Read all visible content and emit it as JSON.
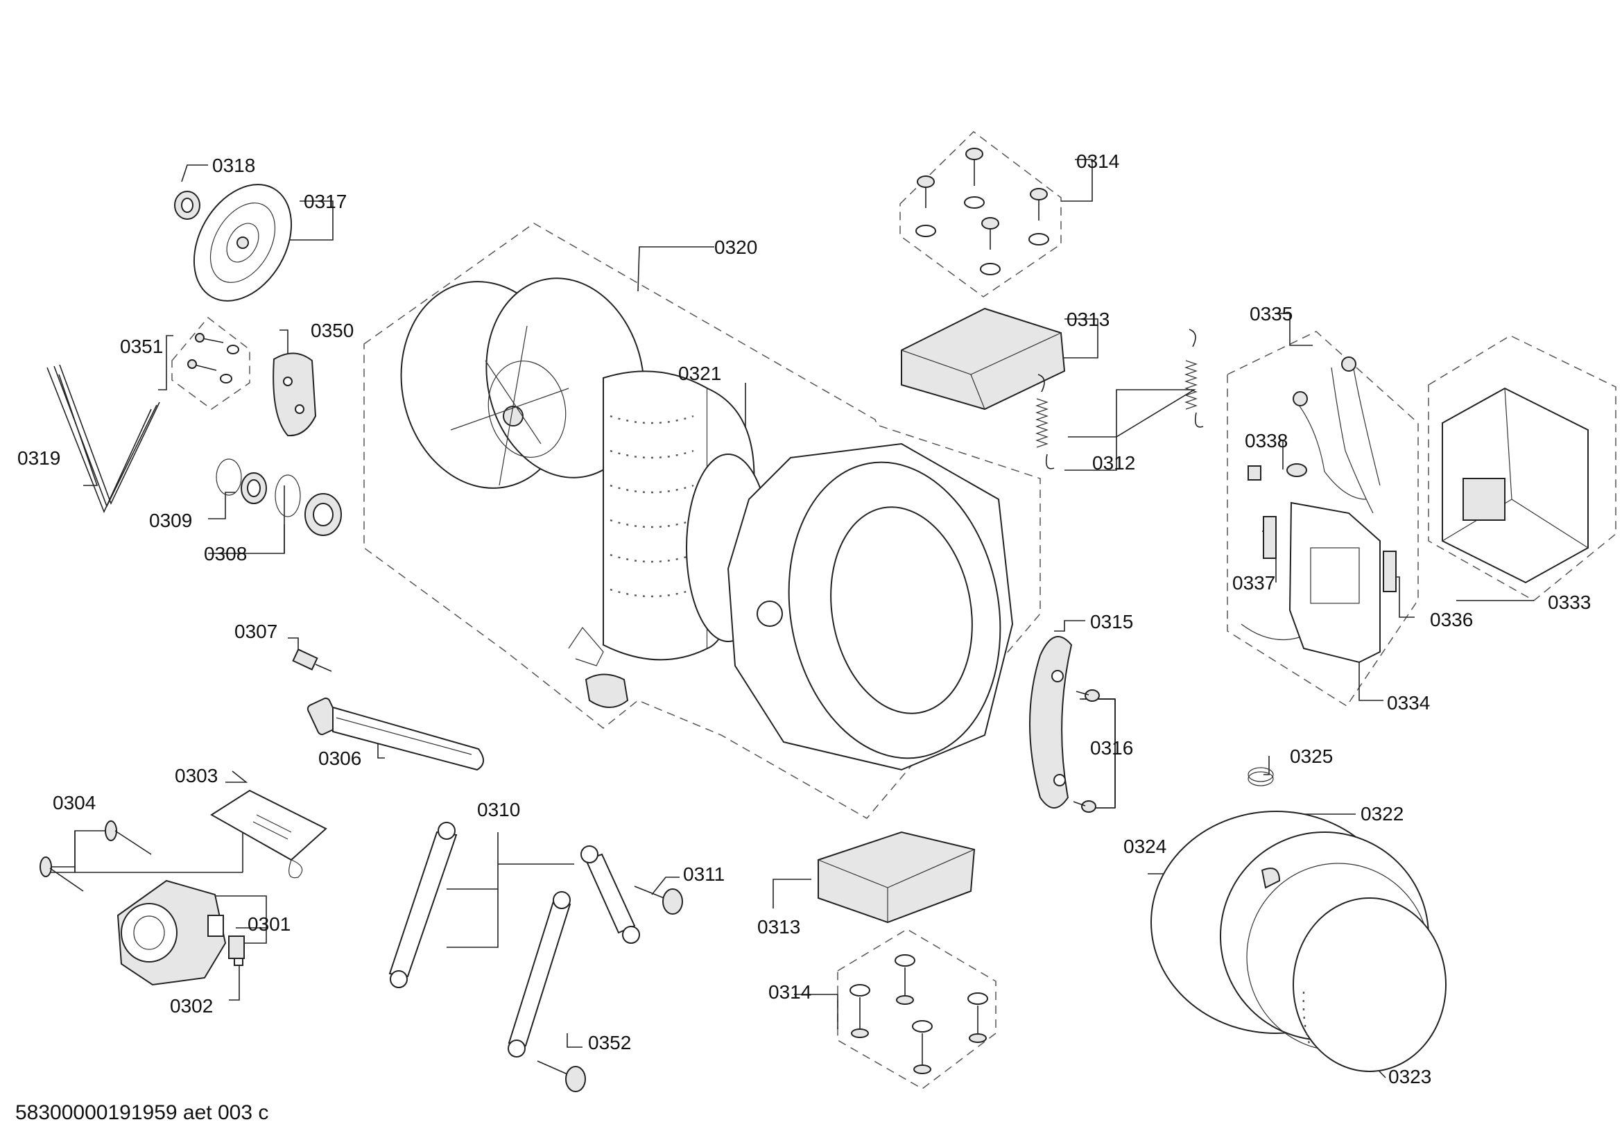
{
  "labels": {
    "p0301": "0301",
    "p0302": "0302",
    "p0303": "0303",
    "p0304": "0304",
    "p0306": "0306",
    "p0307": "0307",
    "p0308": "0308",
    "p0309": "0309",
    "p0310": "0310",
    "p0311": "0311",
    "p0312": "0312",
    "p0313a": "0313",
    "p0313b": "0313",
    "p0314a": "0314",
    "p0314b": "0314",
    "p0315": "0315",
    "p0316": "0316",
    "p0317": "0317",
    "p0318": "0318",
    "p0319": "0319",
    "p0320": "0320",
    "p0321": "0321",
    "p0322": "0322",
    "p0323": "0323",
    "p0324": "0324",
    "p0325": "0325",
    "p0333": "0333",
    "p0334": "0334",
    "p0335": "0335",
    "p0336": "0336",
    "p0337": "0337",
    "p0338": "0338",
    "p0350": "0350",
    "p0351": "0351",
    "p0352": "0352"
  },
  "footer": {
    "document_id": "58300000191959 aet 003 c"
  }
}
